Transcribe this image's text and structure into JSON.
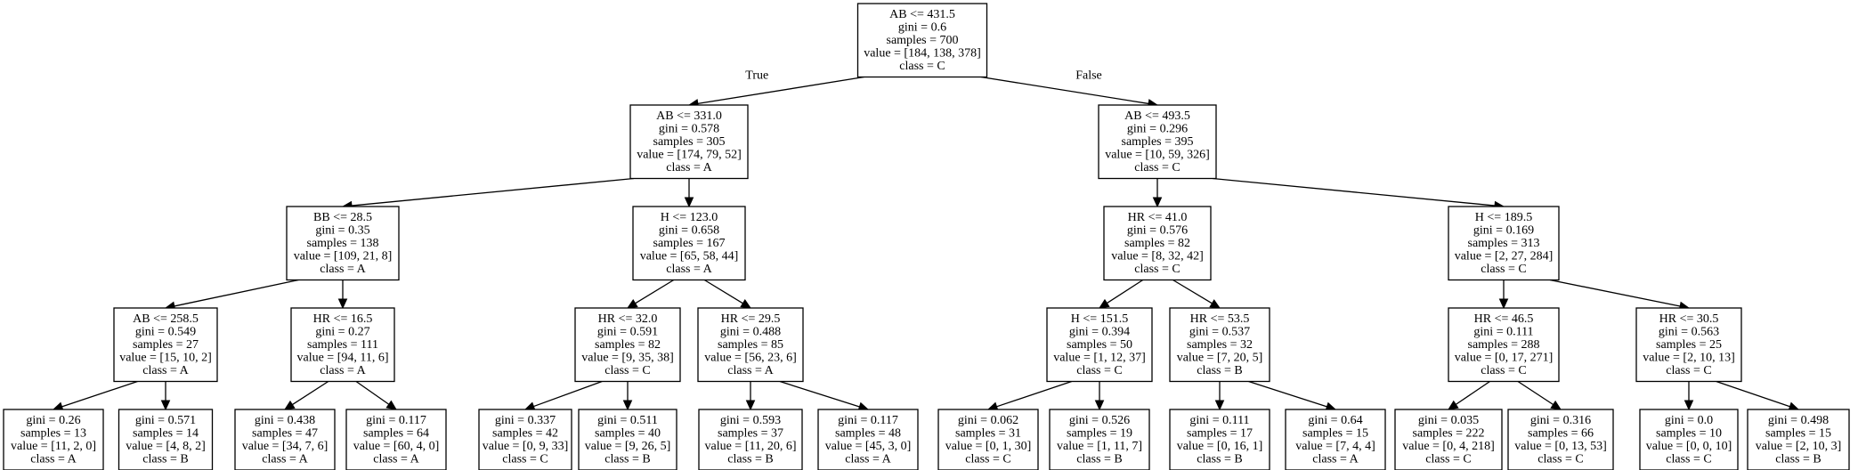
{
  "tree": {
    "nodes": [
      {
        "id": "n0",
        "lines": [
          "AB <= 431.5",
          "gini = 0.6",
          "samples = 700",
          "value = [184, 138, 378]",
          "class = C"
        ]
      },
      {
        "id": "n1",
        "lines": [
          "AB <= 331.0",
          "gini = 0.578",
          "samples = 305",
          "value = [174, 79, 52]",
          "class = A"
        ]
      },
      {
        "id": "n2",
        "lines": [
          "AB <= 493.5",
          "gini = 0.296",
          "samples = 395",
          "value = [10, 59, 326]",
          "class = C"
        ]
      },
      {
        "id": "n3",
        "lines": [
          "BB <= 28.5",
          "gini = 0.35",
          "samples = 138",
          "value = [109, 21, 8]",
          "class = A"
        ]
      },
      {
        "id": "n4",
        "lines": [
          "H <= 123.0",
          "gini = 0.658",
          "samples = 167",
          "value = [65, 58, 44]",
          "class = A"
        ]
      },
      {
        "id": "n5",
        "lines": [
          "HR <= 41.0",
          "gini = 0.576",
          "samples = 82",
          "value = [8, 32, 42]",
          "class = C"
        ]
      },
      {
        "id": "n6",
        "lines": [
          "H <= 189.5",
          "gini = 0.169",
          "samples = 313",
          "value = [2, 27, 284]",
          "class = C"
        ]
      },
      {
        "id": "n7",
        "lines": [
          "AB <= 258.5",
          "gini = 0.549",
          "samples = 27",
          "value = [15, 10, 2]",
          "class = A"
        ]
      },
      {
        "id": "n8",
        "lines": [
          "HR <= 16.5",
          "gini = 0.27",
          "samples = 111",
          "value = [94, 11, 6]",
          "class = A"
        ]
      },
      {
        "id": "n9",
        "lines": [
          "HR <= 32.0",
          "gini = 0.591",
          "samples = 82",
          "value = [9, 35, 38]",
          "class = C"
        ]
      },
      {
        "id": "n10",
        "lines": [
          "HR <= 29.5",
          "gini = 0.488",
          "samples = 85",
          "value = [56, 23, 6]",
          "class = A"
        ]
      },
      {
        "id": "n11",
        "lines": [
          "H <= 151.5",
          "gini = 0.394",
          "samples = 50",
          "value = [1, 12, 37]",
          "class = C"
        ]
      },
      {
        "id": "n12",
        "lines": [
          "HR <= 53.5",
          "gini = 0.537",
          "samples = 32",
          "value = [7, 20, 5]",
          "class = B"
        ]
      },
      {
        "id": "n13",
        "lines": [
          "HR <= 46.5",
          "gini = 0.111",
          "samples = 288",
          "value = [0, 17, 271]",
          "class = C"
        ]
      },
      {
        "id": "n14",
        "lines": [
          "HR <= 30.5",
          "gini = 0.563",
          "samples = 25",
          "value = [2, 10, 13]",
          "class = C"
        ]
      },
      {
        "id": "n15",
        "lines": [
          "gini = 0.26",
          "samples = 13",
          "value = [11, 2, 0]",
          "class = A"
        ]
      },
      {
        "id": "n16",
        "lines": [
          "gini = 0.571",
          "samples = 14",
          "value = [4, 8, 2]",
          "class = B"
        ]
      },
      {
        "id": "n17",
        "lines": [
          "gini = 0.438",
          "samples = 47",
          "value = [34, 7, 6]",
          "class = A"
        ]
      },
      {
        "id": "n18",
        "lines": [
          "gini = 0.117",
          "samples = 64",
          "value = [60, 4, 0]",
          "class = A"
        ]
      },
      {
        "id": "n19",
        "lines": [
          "gini = 0.337",
          "samples = 42",
          "value = [0, 9, 33]",
          "class = C"
        ]
      },
      {
        "id": "n20",
        "lines": [
          "gini = 0.511",
          "samples = 40",
          "value = [9, 26, 5]",
          "class = B"
        ]
      },
      {
        "id": "n21",
        "lines": [
          "gini = 0.593",
          "samples = 37",
          "value = [11, 20, 6]",
          "class = B"
        ]
      },
      {
        "id": "n22",
        "lines": [
          "gini = 0.117",
          "samples = 48",
          "value = [45, 3, 0]",
          "class = A"
        ]
      },
      {
        "id": "n23",
        "lines": [
          "gini = 0.062",
          "samples = 31",
          "value = [0, 1, 30]",
          "class = C"
        ]
      },
      {
        "id": "n24",
        "lines": [
          "gini = 0.526",
          "samples = 19",
          "value = [1, 11, 7]",
          "class = B"
        ]
      },
      {
        "id": "n25",
        "lines": [
          "gini = 0.111",
          "samples = 17",
          "value = [0, 16, 1]",
          "class = B"
        ]
      },
      {
        "id": "n26",
        "lines": [
          "gini = 0.64",
          "samples = 15",
          "value = [7, 4, 4]",
          "class = A"
        ]
      },
      {
        "id": "n27",
        "lines": [
          "gini = 0.035",
          "samples = 222",
          "value = [0, 4, 218]",
          "class = C"
        ]
      },
      {
        "id": "n28",
        "lines": [
          "gini = 0.316",
          "samples = 66",
          "value = [0, 13, 53]",
          "class = C"
        ]
      },
      {
        "id": "n29",
        "lines": [
          "gini = 0.0",
          "samples = 10",
          "value = [0, 0, 10]",
          "class = C"
        ]
      },
      {
        "id": "n30",
        "lines": [
          "gini = 0.498",
          "samples = 15",
          "value = [2, 10, 3]",
          "class = B"
        ]
      }
    ],
    "edges": [
      {
        "from": "n0",
        "to": "n1",
        "label": "True"
      },
      {
        "from": "n0",
        "to": "n2",
        "label": "False"
      },
      {
        "from": "n1",
        "to": "n3",
        "label": ""
      },
      {
        "from": "n1",
        "to": "n4",
        "label": ""
      },
      {
        "from": "n2",
        "to": "n5",
        "label": ""
      },
      {
        "from": "n2",
        "to": "n6",
        "label": ""
      },
      {
        "from": "n3",
        "to": "n7",
        "label": ""
      },
      {
        "from": "n3",
        "to": "n8",
        "label": ""
      },
      {
        "from": "n4",
        "to": "n9",
        "label": ""
      },
      {
        "from": "n4",
        "to": "n10",
        "label": ""
      },
      {
        "from": "n5",
        "to": "n11",
        "label": ""
      },
      {
        "from": "n5",
        "to": "n12",
        "label": ""
      },
      {
        "from": "n6",
        "to": "n13",
        "label": ""
      },
      {
        "from": "n6",
        "to": "n14",
        "label": ""
      },
      {
        "from": "n7",
        "to": "n15",
        "label": ""
      },
      {
        "from": "n7",
        "to": "n16",
        "label": ""
      },
      {
        "from": "n8",
        "to": "n17",
        "label": ""
      },
      {
        "from": "n8",
        "to": "n18",
        "label": ""
      },
      {
        "from": "n9",
        "to": "n19",
        "label": ""
      },
      {
        "from": "n9",
        "to": "n20",
        "label": ""
      },
      {
        "from": "n10",
        "to": "n21",
        "label": ""
      },
      {
        "from": "n10",
        "to": "n22",
        "label": ""
      },
      {
        "from": "n11",
        "to": "n23",
        "label": ""
      },
      {
        "from": "n11",
        "to": "n24",
        "label": ""
      },
      {
        "from": "n12",
        "to": "n25",
        "label": ""
      },
      {
        "from": "n12",
        "to": "n26",
        "label": ""
      },
      {
        "from": "n13",
        "to": "n27",
        "label": ""
      },
      {
        "from": "n13",
        "to": "n28",
        "label": ""
      },
      {
        "from": "n14",
        "to": "n29",
        "label": ""
      },
      {
        "from": "n14",
        "to": "n30",
        "label": ""
      }
    ]
  }
}
